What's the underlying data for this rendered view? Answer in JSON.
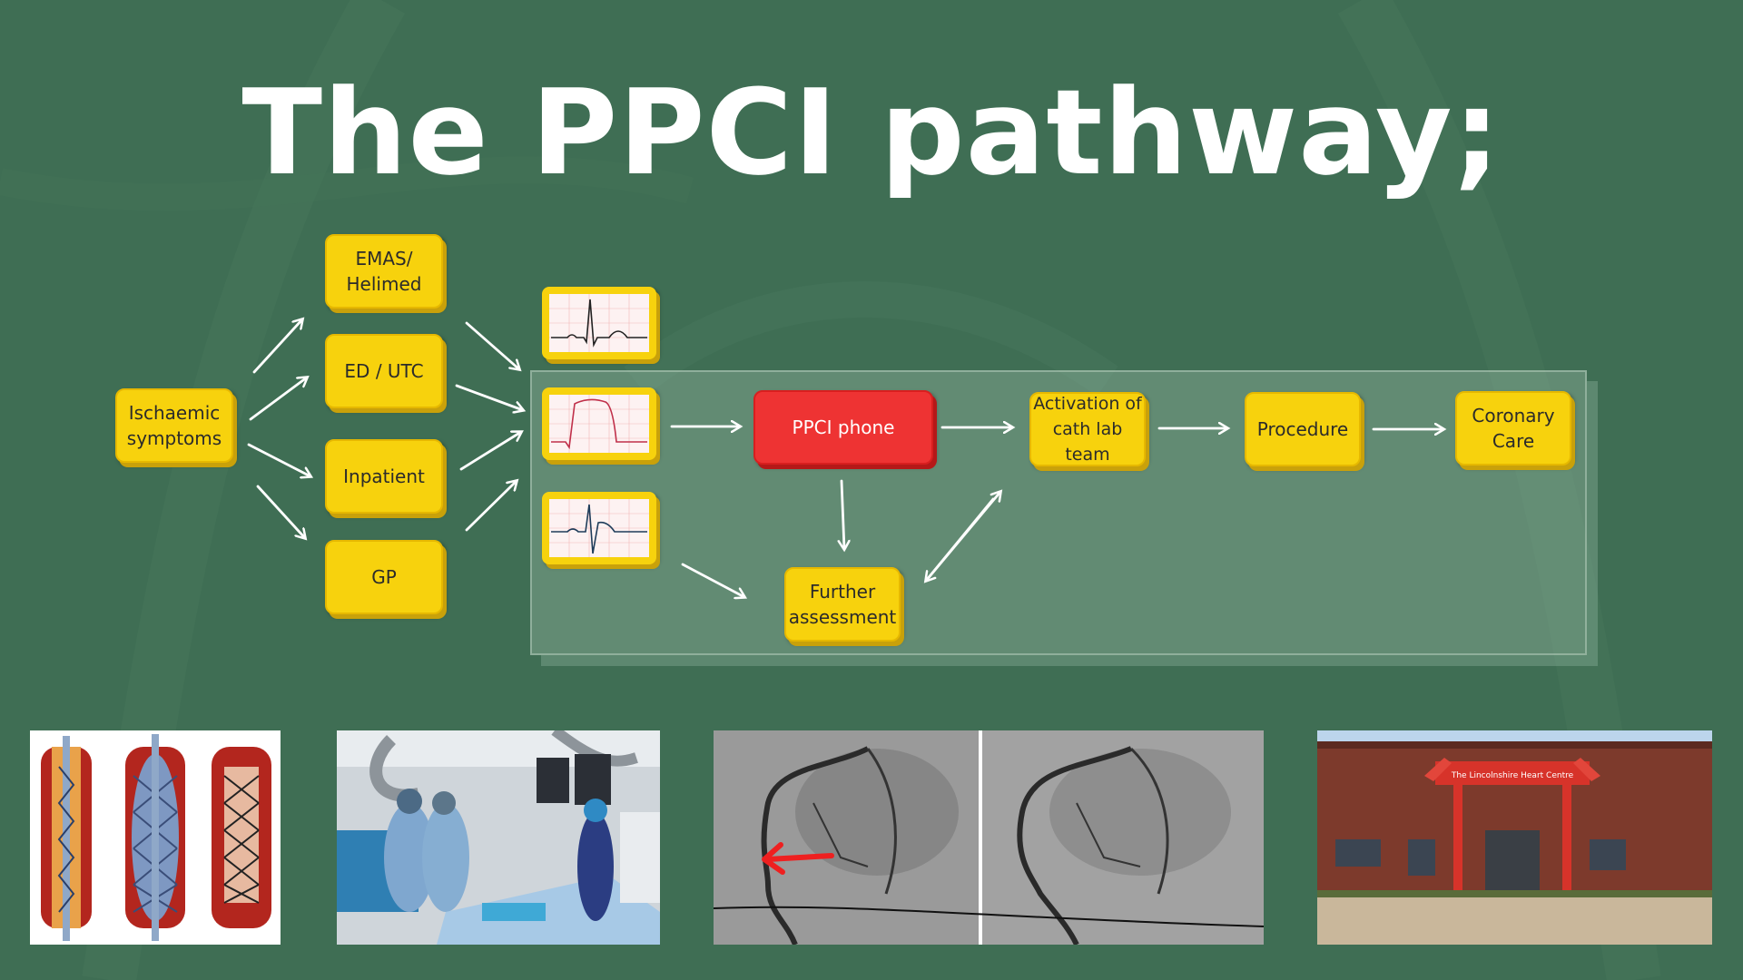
{
  "title": "The PPCI pathway;",
  "nodes": {
    "ischaemic": [
      "Ischaemic",
      "symptoms"
    ],
    "emas": [
      "EMAS/",
      "Helimed"
    ],
    "ed": "ED / UTC",
    "inpatient": "Inpatient",
    "gp": "GP",
    "ppci_phone": "PPCI phone",
    "activation": [
      "Activation of",
      "cath lab team"
    ],
    "procedure": "Procedure",
    "coronary": [
      "Coronary",
      "Care"
    ],
    "further": [
      "Further",
      "assessment"
    ]
  },
  "photos": {
    "building_sign": "The Lincolnshire Heart Centre"
  },
  "colors": {
    "background": "#3f6e54",
    "node": "#f7d20d",
    "ppci_phone": "#ee3333",
    "arrow": "#ffffff"
  }
}
